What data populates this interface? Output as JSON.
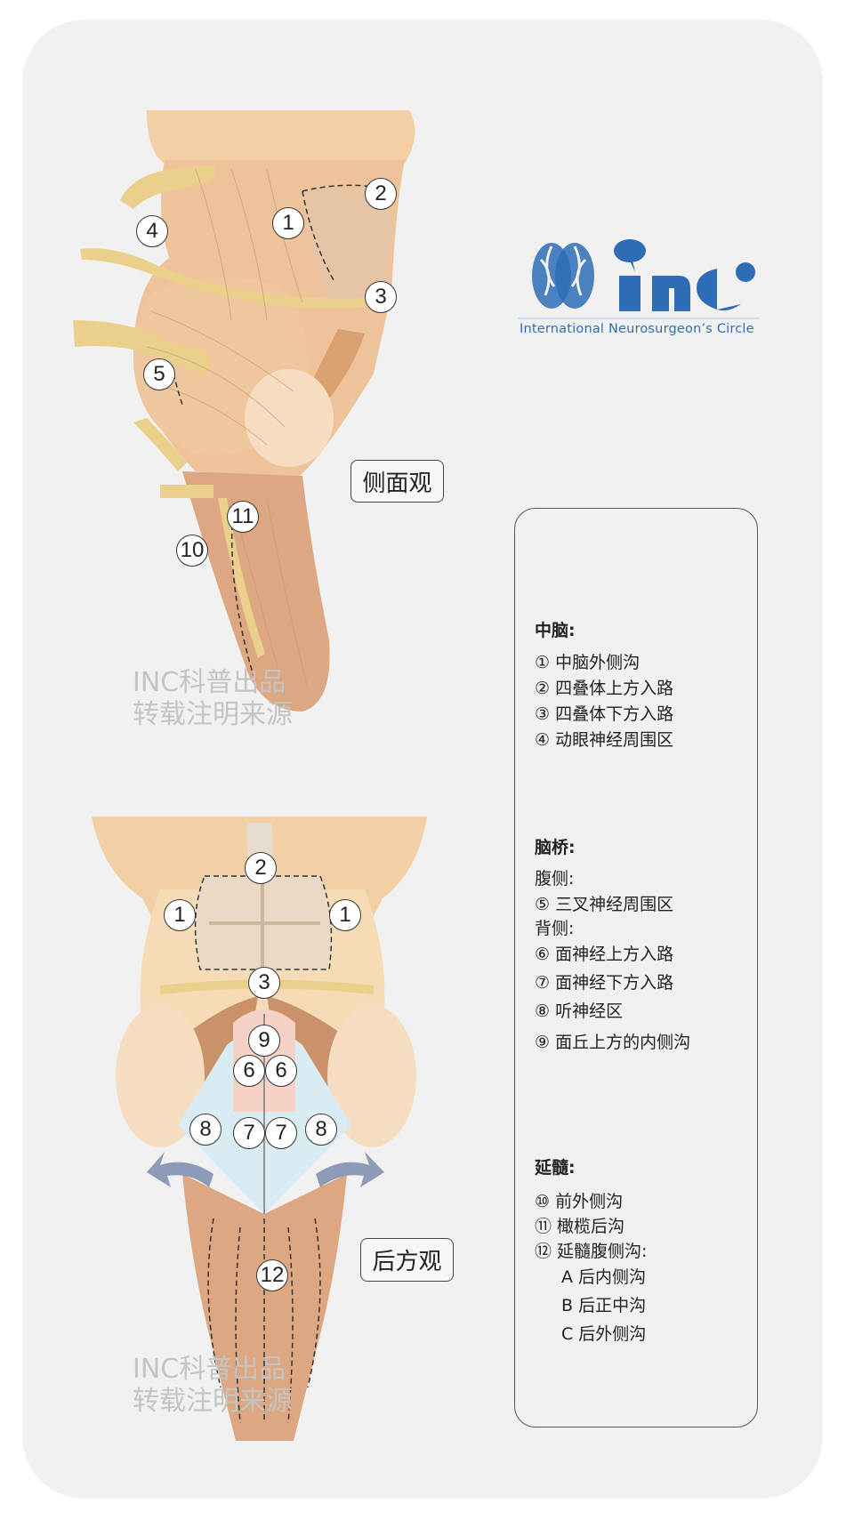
{
  "colors": {
    "background": "#f1f1f1",
    "peach": "#f3cfa4",
    "tissue": "#efc39a",
    "nerve": "#ead08a",
    "pons_light": "#ead9c4",
    "medulla": "#dca781",
    "fourth_ventricle": "#d9ecf3",
    "facial_colliculus": "#f5d2c4",
    "logo_blue": "#2e6db5",
    "watermark": "#c4c4c4"
  },
  "logo": {
    "mark": "inc",
    "tagline": "International  Neurosurgeon’s  Circle"
  },
  "lateral_view": {
    "label": "侧面观",
    "watermark": [
      "INC科普出品",
      "转载注明来源"
    ],
    "markers": [
      "1",
      "2",
      "3",
      "4",
      "5",
      "11",
      "10"
    ]
  },
  "posterior_view": {
    "label": "后方观",
    "watermark": [
      "INC科普出品",
      "转载注明来源"
    ],
    "markers": [
      "2",
      "1",
      "1",
      "3",
      "9",
      "6",
      "6",
      "8",
      "7",
      "7",
      "8",
      "12"
    ]
  },
  "legend": {
    "midbrain": {
      "title": "中脑:",
      "items": [
        "① 中脑外侧沟",
        "② 四叠体上方入路",
        "③ 四叠体下方入路",
        "④ 动眼神经周围区"
      ]
    },
    "pons": {
      "title": "脑桥:",
      "ventral": "腹侧:",
      "ventral_items": [
        "⑤ 三叉神经周围区"
      ],
      "dorsal": "背侧:",
      "dorsal_items": [
        "⑥ 面神经上方入路",
        "⑦ 面神经下方入路",
        "⑧ 听神经区",
        "⑨ 面丘上方的内侧沟"
      ]
    },
    "medulla": {
      "title": "延髓:",
      "items": [
        "⑩ 前外侧沟",
        "⑪ 橄榄后沟",
        "⑫ 延髓腹侧沟:"
      ],
      "sub_items": [
        "A  后内侧沟",
        "B  后正中沟",
        "C  后外侧沟"
      ]
    }
  }
}
